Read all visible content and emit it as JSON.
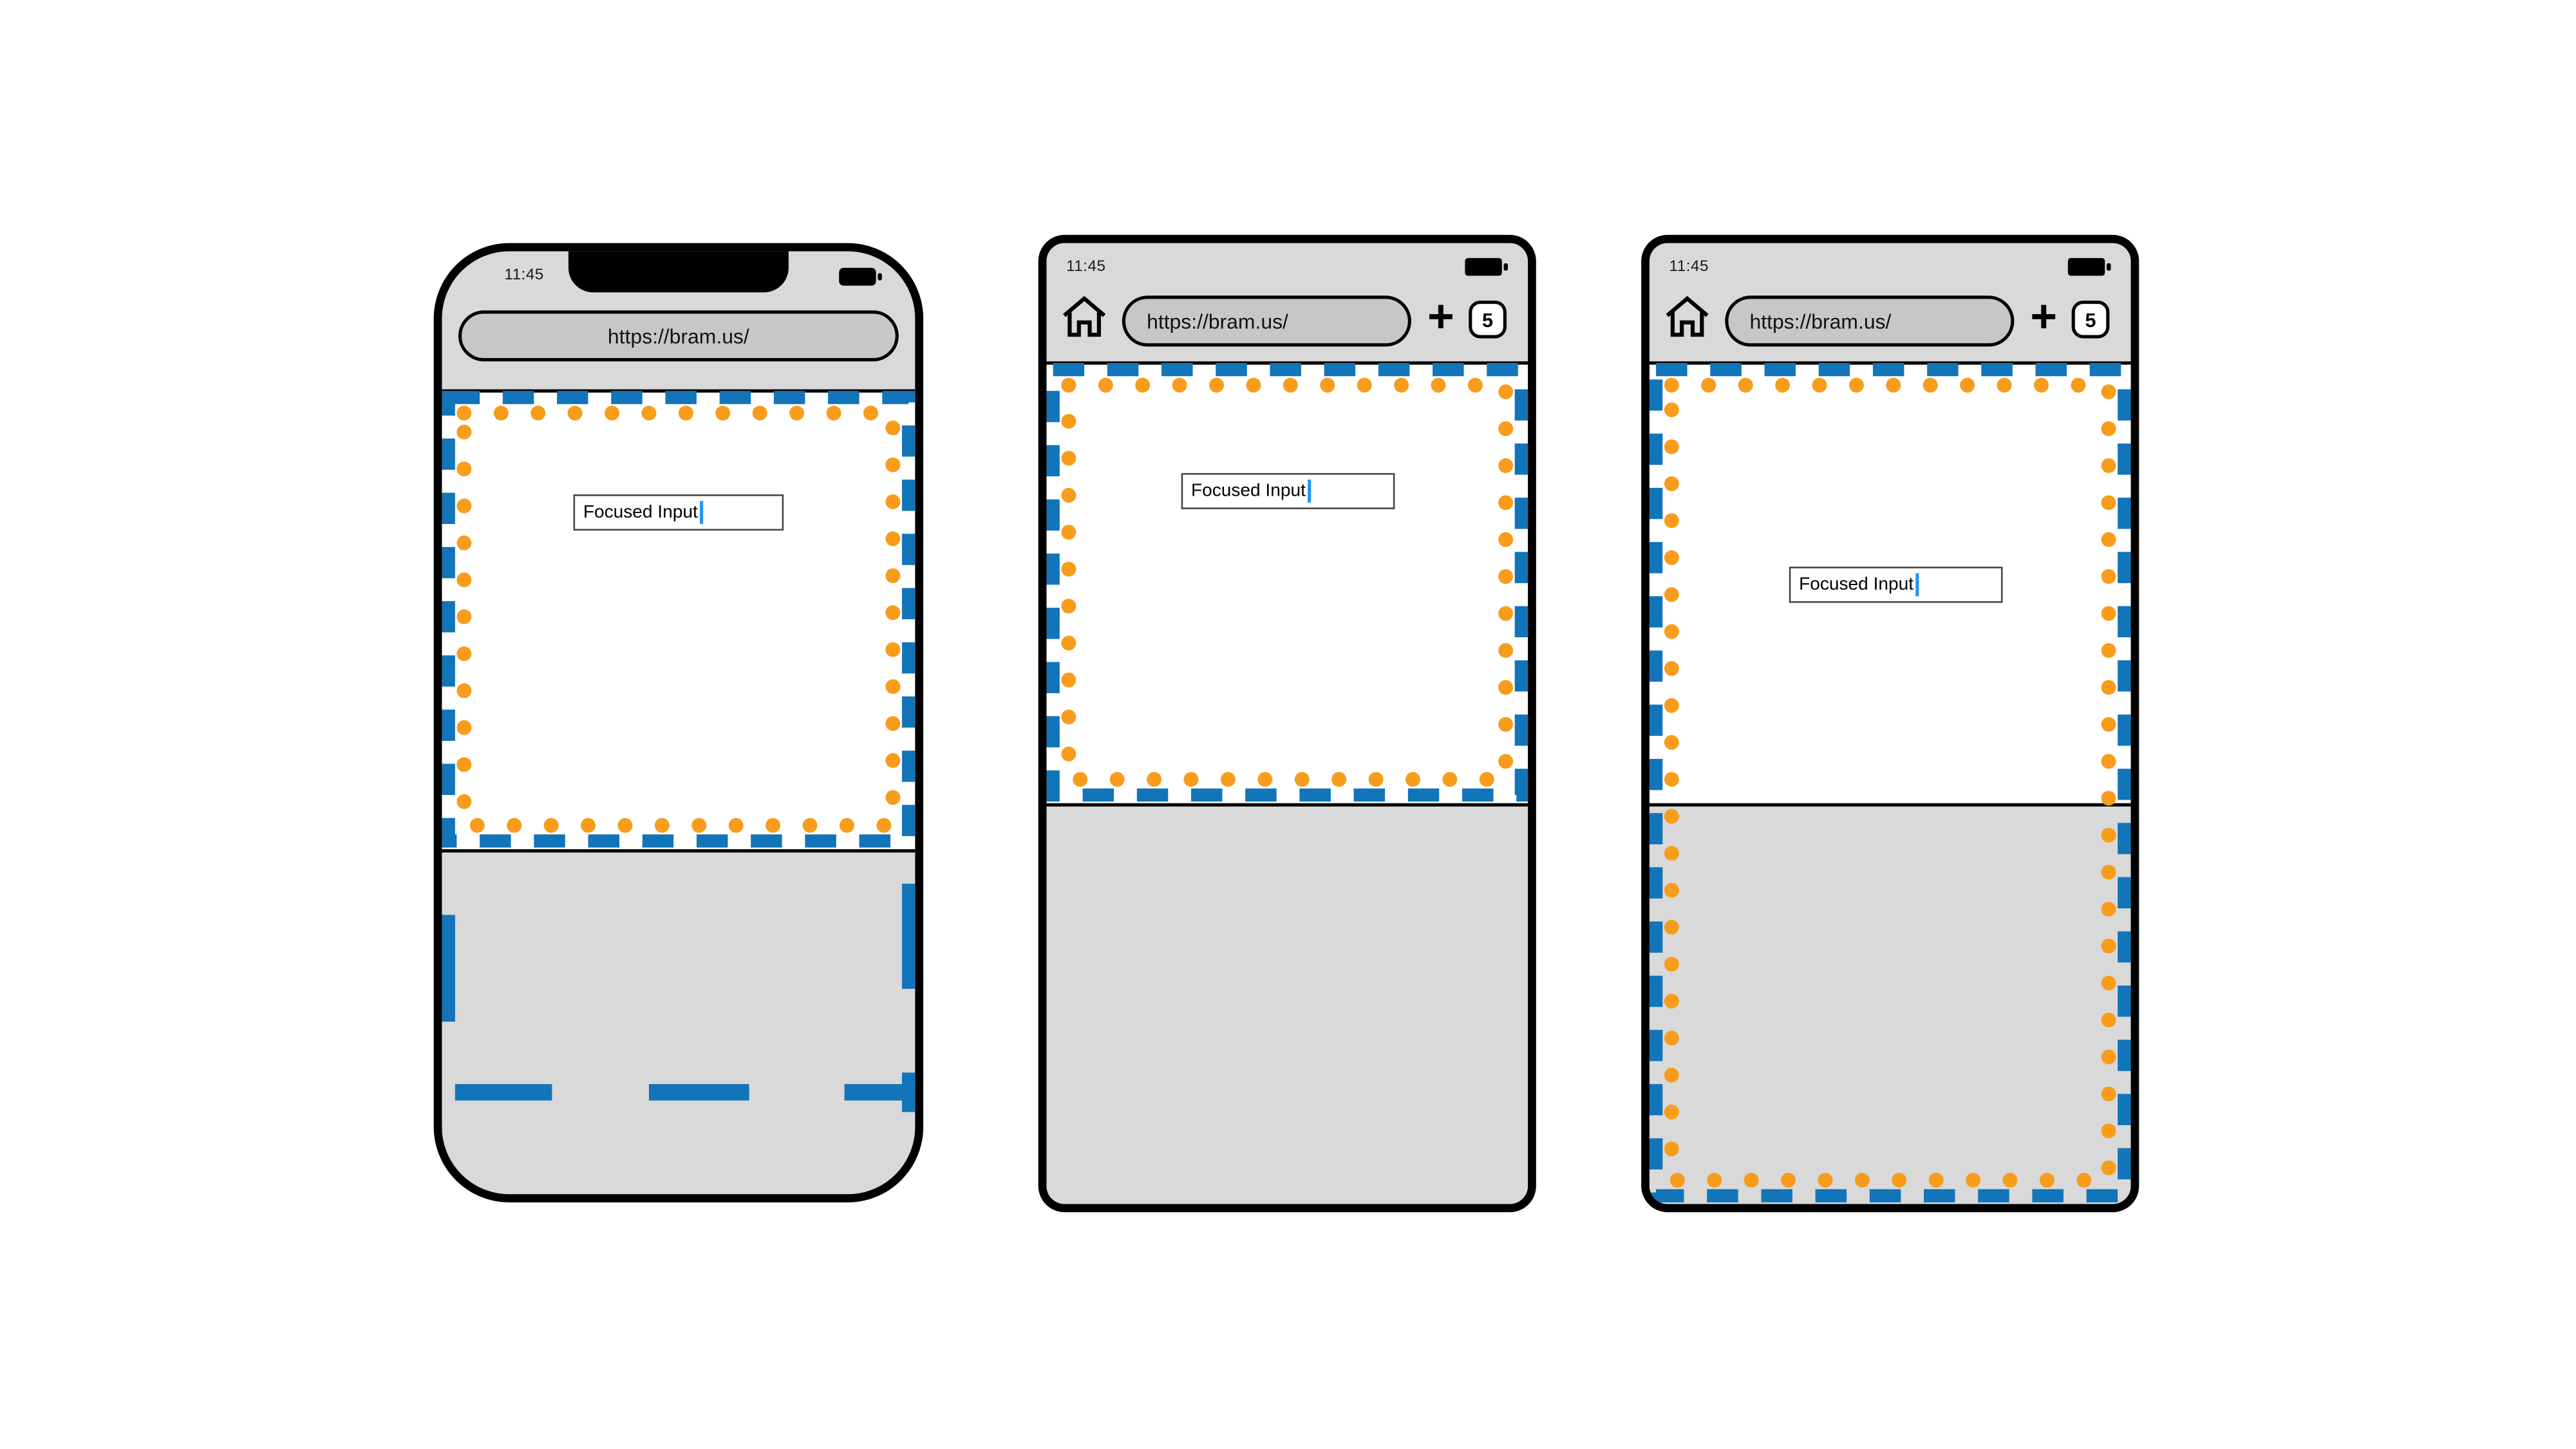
{
  "colors": {
    "dashed_border_blue": "#1274b9",
    "dot_orange": "#f89c1b",
    "keyboard_gray": "#d9d9d9",
    "chrome_gray": "#c7c7c7",
    "caret_blue": "#2196f3"
  },
  "icons": {
    "battery": "battery-icon",
    "home": "home-icon",
    "new_tab": "plus-icon",
    "tab_counter": "tab-counter-box"
  },
  "phones": [
    {
      "status": {
        "time": "11:45"
      },
      "toolbar": {
        "url": "https://bram.us/"
      },
      "page": {
        "focused_input": "Focused Input"
      }
    },
    {
      "status": {
        "time": "11:45"
      },
      "toolbar": {
        "url": "https://bram.us/",
        "new_tab": "+",
        "tab_count": "5"
      },
      "page": {
        "focused_input": "Focused Input"
      }
    },
    {
      "status": {
        "time": "11:45"
      },
      "toolbar": {
        "url": "https://bram.us/",
        "new_tab": "+",
        "tab_count": "5"
      },
      "page": {
        "focused_input": "Focused Input"
      }
    }
  ]
}
